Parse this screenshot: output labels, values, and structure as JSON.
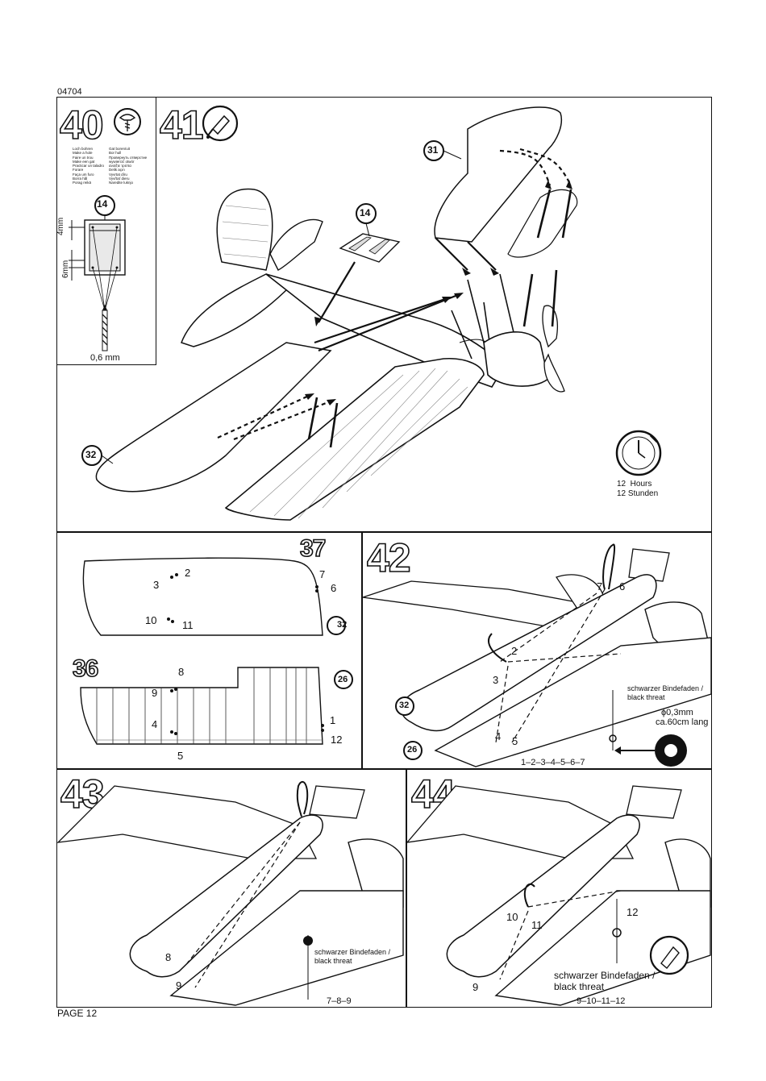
{
  "header": {
    "doc_code": "04704"
  },
  "footer": {
    "page_label": "PAGE 12"
  },
  "step40": {
    "number": "40",
    "multilang": [
      [
        "Loch bohren",
        "Gat boren/uit"
      ],
      [
        "Make a hole",
        "Bor hull"
      ],
      [
        "Faire un trou",
        "Провернуть отверстие"
      ],
      [
        "Make een gat",
        "wywiercić otwór"
      ],
      [
        "Practicar un taladro",
        "ανοίξτε τρύπα"
      ],
      [
        "Forare",
        "Delik açın"
      ],
      [
        "Faça um furo",
        "Vyvrtat díru"
      ],
      [
        "Borra hål",
        "Vyvŕtať dieru"
      ],
      [
        "Porag reikä",
        "Naredite luknjo"
      ]
    ],
    "part_ref": "14",
    "dim_a": "4mm",
    "dim_b": "6mm",
    "drill_label": "0,6 mm"
  },
  "step41": {
    "number": "41",
    "part_31": "31",
    "part_14": "14",
    "part_32": "32",
    "dry_time_en": "12  Hours",
    "dry_time_de": "12 Stunden"
  },
  "panel37": {
    "number": "37",
    "holes": [
      "2",
      "3",
      "7",
      "6",
      "10",
      "11"
    ],
    "part_ref": "32"
  },
  "panel36": {
    "number": "36",
    "holes": [
      "8",
      "9",
      "4",
      "5",
      "1",
      "12"
    ],
    "part_ref": "26"
  },
  "step42": {
    "number": "42",
    "labels": [
      "7",
      "6",
      "2",
      "3",
      "4",
      "5"
    ],
    "part_32": "32",
    "part_26": "26",
    "thread_label": "schwarzer Bindefaden /\nblack threat",
    "thread_spec_1": "ϕ0,3mm",
    "thread_spec_2": "ca.60cm lang",
    "sequence": "1–2–3–4–5–6–7"
  },
  "step43": {
    "number": "43",
    "labels": [
      "8",
      "9"
    ],
    "thread_label": "schwarzer Bindefaden /\nblack threat",
    "sequence": "7–8–9"
  },
  "step44": {
    "number": "44",
    "labels": [
      "10",
      "11",
      "12",
      "9"
    ],
    "thread_label": "schwarzer Bindefaden /\nblack threat",
    "sequence": "9–10–11–12"
  }
}
